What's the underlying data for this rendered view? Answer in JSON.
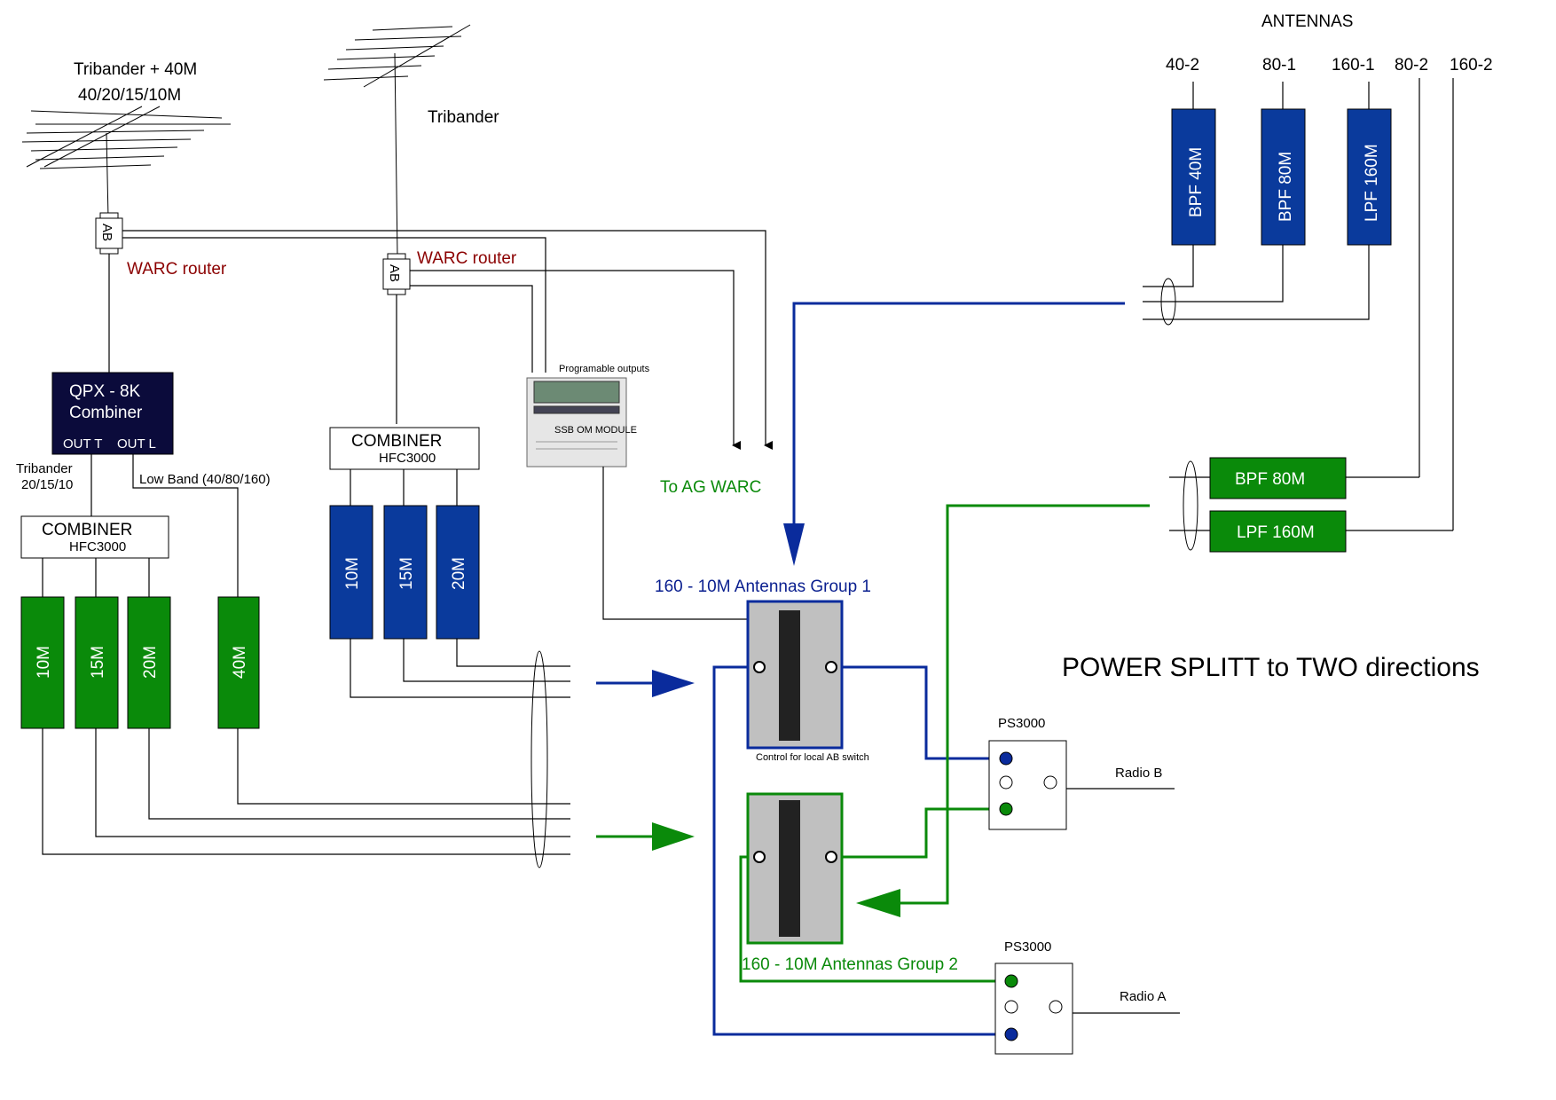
{
  "antennas_header": "ANTENNAS",
  "ant_ports": [
    "40-2",
    "80-1",
    "160-1",
    "80-2",
    "160-2"
  ],
  "antenna_labels": {
    "tribander_40m": "Tribander + 40M",
    "tribander_40m_bands": "40/20/15/10M",
    "tribander2": "Tribander"
  },
  "ab_label": "AB",
  "warc_router": "WARC router",
  "qpx": {
    "line1": "QPX - 8K",
    "line2": "Combiner",
    "out_t": "OUT T",
    "out_l": "OUT L"
  },
  "tribander_bands_line1": "Tribander",
  "tribander_bands_line2": "20/15/10",
  "low_band": "Low Band (40/80/160)",
  "combiner": {
    "title": "COMBINER",
    "model": "HFC3000"
  },
  "filters_left": [
    "10M",
    "15M",
    "20M",
    "40M"
  ],
  "filters_mid": [
    "10M",
    "15M",
    "20M"
  ],
  "filters_top": [
    "BPF 40M",
    "BPF 80M",
    "LPF 160M"
  ],
  "filters_right": [
    "BPF 80M",
    "LPF 160M"
  ],
  "prog_outputs": "Programable outputs",
  "module_label": "SSB OM MODULE",
  "to_ag_warc": "To AG WARC",
  "group1": "160 - 10M Antennas Group 1",
  "group2": "160 - 10M Antennas Group 2",
  "control_note": "Control for local AB switch",
  "power_split": "POWER SPLITT to TWO directions",
  "ps_label": "PS3000",
  "radio_b": "Radio B",
  "radio_a": "Radio A",
  "colors": {
    "blue": "#0a3a9c",
    "green": "#0a8a0a",
    "navy": "#0b0b3b",
    "maroon": "#8b0000"
  }
}
